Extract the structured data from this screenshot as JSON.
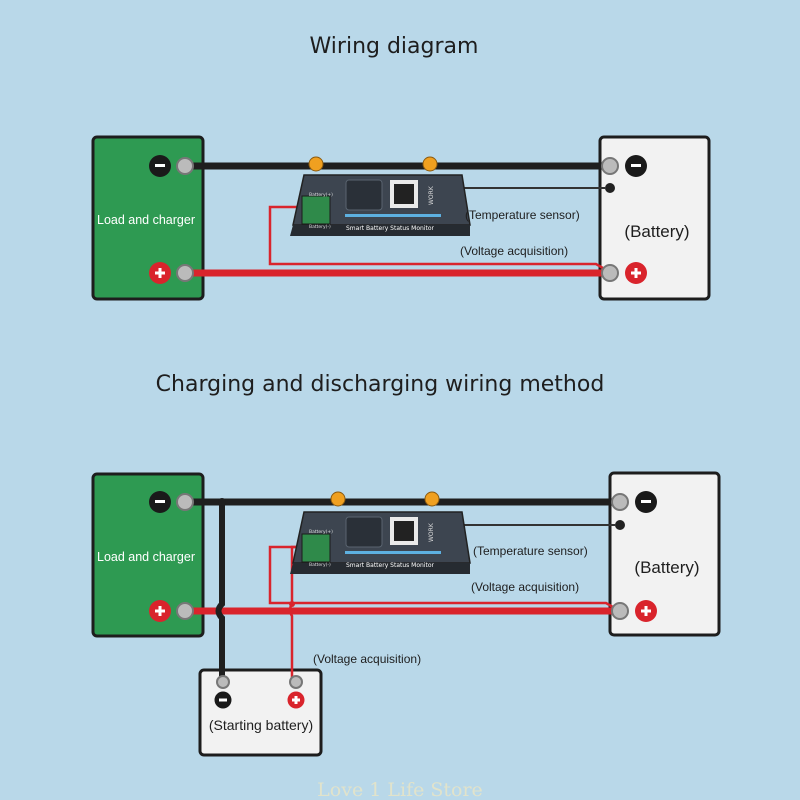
{
  "titles": {
    "top": "Wiring diagram",
    "bottom": "Charging and discharging wiring method"
  },
  "labels": {
    "load_charger": "Load and charger",
    "battery": "(Battery)",
    "temperature_sensor": "(Temperature sensor)",
    "voltage_acquisition": "(Voltage acquisition)",
    "starting_battery": "(Starting battery)"
  },
  "monitor": {
    "name": "Smart Battery Status Monitor",
    "port_top": "Battery(+)",
    "port_bottom": "Battery(-)",
    "side_label": "WORK"
  },
  "terminals": {
    "negative": "−",
    "positive": "+"
  },
  "watermark": "Love 1 Life Store",
  "colors": {
    "background": "#b9d8e9",
    "load_box": "#2e9a52",
    "battery_box": "#f2f2f2",
    "wire_negative": "#1f1f1f",
    "wire_positive": "#d9242c",
    "sense_wire": "#d9242c",
    "monitor_body": "#3d4550"
  }
}
